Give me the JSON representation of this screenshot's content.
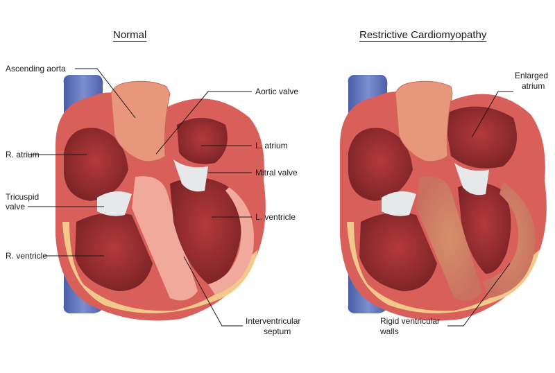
{
  "panels": {
    "normal": {
      "title": "Normal",
      "labels": {
        "ascending_aorta": "Ascending aorta",
        "aortic_valve": "Aortic valve",
        "r_atrium": "R. atrium",
        "l_atrium": "L. atrium",
        "mitral_valve": "Mitral valve",
        "tricuspid_valve_line1": "Tricuspid",
        "tricuspid_valve_line2": "valve",
        "l_ventricle": "L. ventricle",
        "r_ventricle": "R. ventricle",
        "septum_line1": "Interventricular",
        "septum_line2": "septum"
      }
    },
    "restrictive": {
      "title": "Restrictive Cardiomyopathy",
      "labels": {
        "enlarged_atrium_line1": "Enlarged",
        "enlarged_atrium_line2": "atrium",
        "rigid_walls_line1": "Rigid ventricular",
        "rigid_walls_line2": "walls"
      }
    }
  },
  "colors": {
    "vein_blue": "#5b6fb8",
    "myocardium": "#d9605a",
    "chamber_dark": "#8e2a2c",
    "wall_light": "#f0a99a",
    "fat_yellow": "#f2c98a",
    "aorta": "#e8967c",
    "valve_gray": "#e6e8ea",
    "leader_line": "#1a1a1a"
  }
}
